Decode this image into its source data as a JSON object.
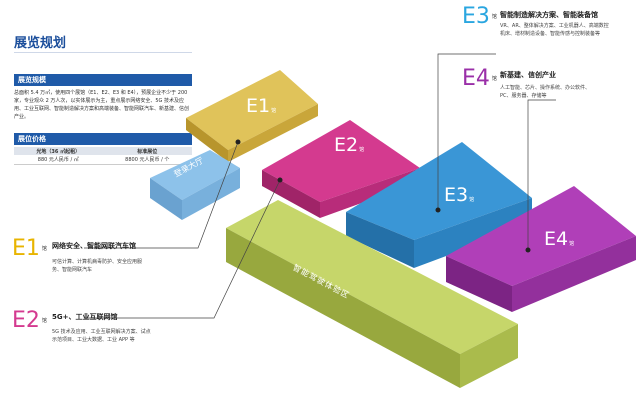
{
  "page": {
    "title": "展览规划"
  },
  "scale": {
    "heading": "展览规模",
    "text": "总面积 5.4 万㎡，使用四个展馆（E1、E2、E3 和 E4），预展企业不少于 200 家，专业观众 2 万人次，以实体展示为主，重点展示网络安全、5G 技术及应用、工业互联网、智能制造解决方案和高端装备、智能网联汽车、新基建、信创产业。"
  },
  "pricing": {
    "heading": "展位价格",
    "columns": [
      "光地（36 ㎡起租）",
      "标准展位"
    ],
    "rows": [
      [
        "880 元人民币 / ㎡",
        "8800 元人民币 / 个"
      ]
    ]
  },
  "halls": {
    "E1": {
      "letter": "E1",
      "suffix": "馆",
      "color": "#e0c35a"
    },
    "E2": {
      "letter": "E2",
      "suffix": "馆",
      "color": "#d43a8f"
    },
    "E3": {
      "letter": "E3",
      "suffix": "馆",
      "color": "#3a96d6"
    },
    "E4": {
      "letter": "E4",
      "suffix": "馆",
      "color": "#b03fb8"
    },
    "lobby": {
      "label": "登录大厅"
    },
    "zone": {
      "label": "智能驾驶体验区"
    }
  },
  "cards": {
    "e1": {
      "letter": "E1",
      "suffix": "馆",
      "color": "#e8b400",
      "title": "网络安全、智能网联汽车馆",
      "text": "可信计算、计算机病毒防护、安全应用服务、智能网联汽车"
    },
    "e2": {
      "letter": "E2",
      "suffix": "馆",
      "color": "#d43a8f",
      "title": "5G+、工业互联网馆",
      "text": "5G 技术及应用、工业互联网解决方案、试点示范项目、工业大数据、工业 APP 等"
    },
    "e3": {
      "letter": "E3",
      "suffix": "馆",
      "color": "#2aa6e0",
      "title": "智能制造解决方案、智能装备馆",
      "text": "VR、AR、整体解决方案、工业机器人、高端数控机床、增材制造设备、智能传感与控制装备等"
    },
    "e4": {
      "letter": "E4",
      "suffix": "馆",
      "color": "#9a2fa8",
      "title": "新基建、信创产业",
      "text": "人工智能、芯片、操作系统、办公软件、PC、服务器、存储等"
    }
  }
}
